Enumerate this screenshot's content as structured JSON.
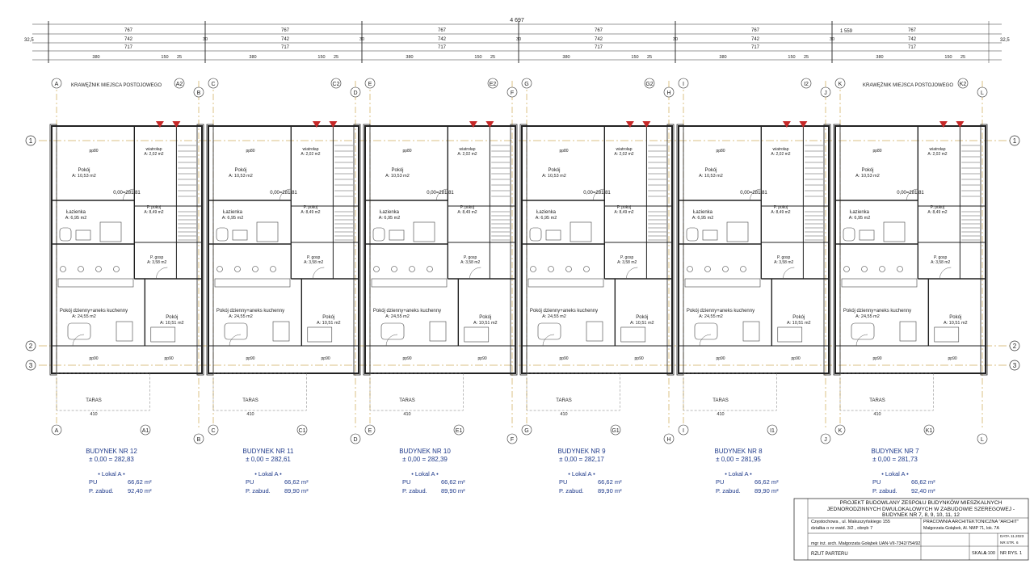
{
  "dimensions": {
    "overall": "4 697",
    "right_total": "1 559",
    "edge": "32,5",
    "module": "767",
    "gap": "30",
    "inner": "742",
    "clear": "717",
    "detail_a": "380",
    "detail_b": "150",
    "detail_c": "25"
  },
  "curbs": {
    "left": "KRAWĘŻNIK MIEJSCA POSTOJOWEGO",
    "right": "KRAWĘŻNIK MIEJSCA POSTOJOWEGO"
  },
  "axes_numbers": [
    "1",
    "2",
    "3"
  ],
  "room_labels": {
    "pokoj": "Pokój",
    "pokoj_area": "A: 10,53 m2",
    "lazienka": "Łazienka",
    "lazienka_area": "A: 6,95 m2",
    "dzienny": "Pokój dzienny+aneks kuchenny",
    "dzienny_area": "A: 24,55 m2",
    "pokoj2": "Pokój",
    "pokoj2_area": "A: 10,51 m2",
    "wiatrolap": "wiatrołap",
    "wiatrolap_area": "A: 2,02 m2",
    "ppokoj": "P. pokoj",
    "ppokoj_area": "A: 8,49 m2",
    "posp": "P. gosp",
    "posp_area": "A: 3,58 m2",
    "taras": "TARAS",
    "taras_dim": "410",
    "pp80": "pp80",
    "pp90": "pp90",
    "level": "0,00=281,81"
  },
  "buildings": [
    {
      "name": "BUDYNEK NR 12",
      "elev": "± 0,00 = 282,83",
      "lokal": "• Lokal A •",
      "pu_label": "PU",
      "pu": "66,62 m²",
      "pz_label": "P. zabud.",
      "pz": "92,40 m²",
      "axis_l": "A",
      "axis_r": "A2",
      "axis_b": "B",
      "axis_bl": "A1"
    },
    {
      "name": "BUDYNEK NR 11",
      "elev": "± 0,00 = 282,61",
      "lokal": "• Lokal A •",
      "pu_label": "PU",
      "pu": "66,62 m²",
      "pz_label": "P. zabud.",
      "pz": "89,90 m²",
      "axis_l": "C",
      "axis_r": "C2",
      "axis_b": "D",
      "axis_bl": "C1"
    },
    {
      "name": "BUDYNEK NR 10",
      "elev": "± 0,00 = 282,39",
      "lokal": "• Lokal A •",
      "pu_label": "PU",
      "pu": "66,62 m²",
      "pz_label": "P. zabud.",
      "pz": "89,90 m²",
      "axis_l": "E",
      "axis_r": "E2",
      "axis_b": "F",
      "axis_bl": "E1"
    },
    {
      "name": "BUDYNEK NR 9",
      "elev": "± 0,00 = 282,17",
      "lokal": "• Lokal A •",
      "pu_label": "PU",
      "pu": "66,62 m²",
      "pz_label": "P. zabud.",
      "pz": "89,90 m²",
      "axis_l": "G",
      "axis_r": "G2",
      "axis_b": "H",
      "axis_bl": "G1"
    },
    {
      "name": "BUDYNEK NR 8",
      "elev": "± 0,00 = 281,95",
      "lokal": "• Lokal A •",
      "pu_label": "PU",
      "pu": "66,62 m²",
      "pz_label": "P. zabud.",
      "pz": "89,90 m²",
      "axis_l": "I",
      "axis_r": "I2",
      "axis_b": "J",
      "axis_bl": "I1"
    },
    {
      "name": "BUDYNEK NR 7",
      "elev": "± 0,00 = 281,73",
      "lokal": "• Lokal A •",
      "pu_label": "PU",
      "pu": "66,62 m²",
      "pz_label": "P. zabud.",
      "pz": "92,40 m²",
      "axis_l": "K",
      "axis_r": "K2",
      "axis_b": "L",
      "axis_bl": "K1"
    }
  ],
  "title_block": {
    "project": "PROJEKT BUDOWLANY ZESPOŁU BUDYNKÓW MIESZKALNYCH JEDNORODZINNYCH DWULOKALOWYCH W ZABUDOWIE SZEREGOWEJ - BUDYNEK NR 7, 8, 9, 10, 11, 12",
    "address": "Częstochowa , ul. Makuszyńskiego 155",
    "parcel": "działka o nr ewid. 3/2 , obręb 7",
    "office": "PRACOWNIA ARCHITEKTONICZNA \"ARCHIT\"",
    "office_addr": "Małgorzata Gołąbek, Al. NMP 71, lok. 7A",
    "author": "mgr inż. arch. Małgorzata Gołąbek UAN-VII-7342/754/92",
    "drawing": "RZUT PARTERU",
    "scale_label": "SKALA",
    "scale": "1:100",
    "sheet_label": "NR RYS.",
    "sheet": "1",
    "date_label": "DATA",
    "date": "11.2023",
    "stage_label": "NR STR.",
    "stage": "6"
  },
  "colors": {
    "line": "#222222",
    "axis": "#b8860b",
    "text": "#1f3a8a",
    "marker": "#c62828"
  }
}
